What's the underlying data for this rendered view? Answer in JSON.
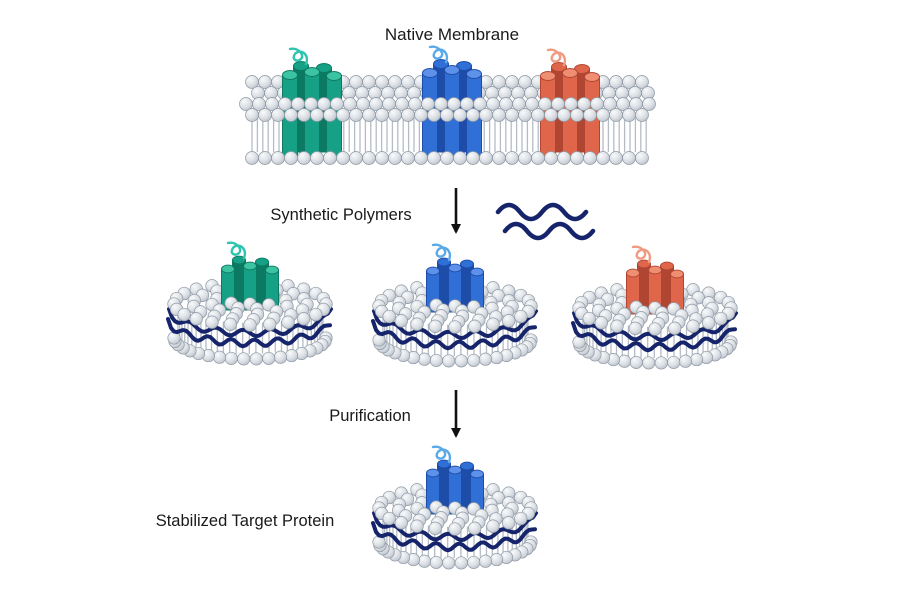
{
  "labels": {
    "native_membrane": "Native Membrane",
    "synthetic_polymers": "Synthetic Polymers",
    "purification": "Purification",
    "stabilized_target_protein": "Stabilized Target Protein"
  },
  "colors": {
    "polymer_navy": "#16246b",
    "lipid_sphere": "#d9dde2",
    "lipid_sphere_stroke": "#8f99a4",
    "lipid_tail": "#b4bcc6",
    "arrow": "#111111",
    "text": "#1a1a1a",
    "background": "#ffffff"
  },
  "palette": {
    "green": {
      "body": "#16a085",
      "dark": "#0c7a63",
      "light": "#3cc3a2",
      "squiggle": "#2ec4b0"
    },
    "blue": {
      "body": "#2f6fd6",
      "dark": "#1d4da8",
      "light": "#5e92ea",
      "squiggle": "#5aaae8"
    },
    "orange": {
      "body": "#e0664b",
      "dark": "#b04632",
      "light": "#ef8e72",
      "squiggle": "#f09a82"
    }
  },
  "diagram": {
    "membrane_proteins": [
      "green",
      "blue",
      "orange"
    ],
    "nanodisc_row": [
      "green",
      "blue",
      "orange"
    ],
    "target_protein": "blue",
    "steps": [
      "Synthetic Polymers",
      "Purification"
    ]
  }
}
